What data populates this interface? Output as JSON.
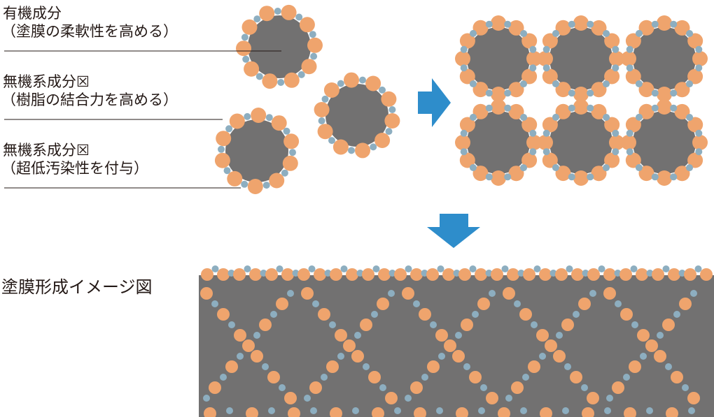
{
  "labels": {
    "organic": {
      "name": "有機成分",
      "role": "（塗膜の柔軟性を高める）"
    },
    "inorganic_a": {
      "name": "無機系成分☒",
      "role": "（樹脂の結合力を高める）"
    },
    "inorganic_b": {
      "name": "無機系成分☒",
      "role": "（超低汚染性を付与）"
    }
  },
  "film_title": "塗膜形成イメージ図",
  "colors": {
    "core": "#727171",
    "orange_particle": "#EFA46D",
    "blue_particle": "#8DAEC0",
    "arrow": "#2E8DCB",
    "text": "#231815"
  },
  "icons": {
    "arrow_right": "arrow-right-icon",
    "arrow_down": "arrow-down-icon"
  }
}
